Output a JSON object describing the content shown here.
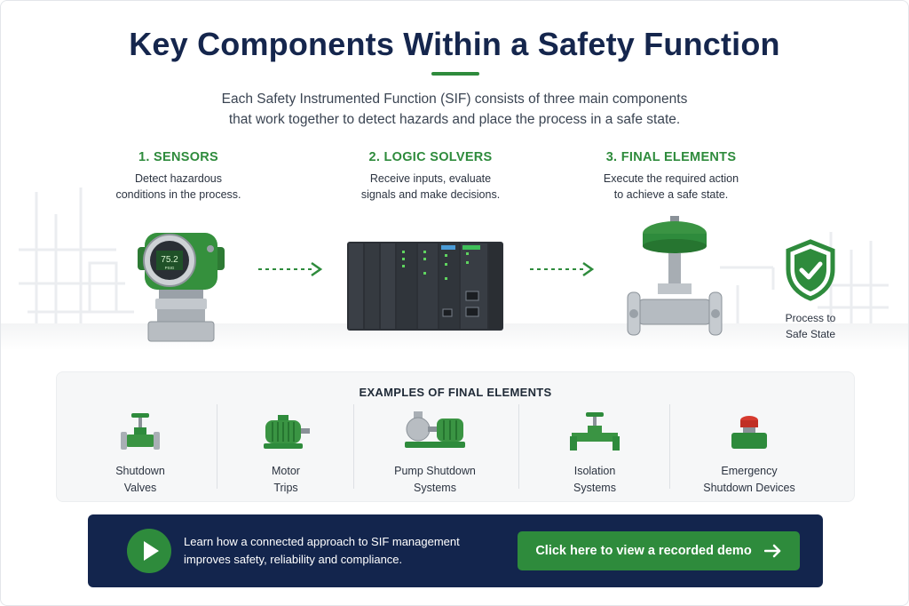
{
  "header": {
    "title": "Key Components Within a Safety Function",
    "intro_line1": "Each Safety Instrumented Function (SIF) consists of three main components",
    "intro_line2": "that work together to detect hazards and place the process in a safe state."
  },
  "steps": [
    {
      "title": "1. SENSORS",
      "desc_line1": "Detect hazardous",
      "desc_line2": "conditions in the process."
    },
    {
      "title": "2. LOGIC SOLVERS",
      "desc_line1": "Receive inputs, evaluate",
      "desc_line2": "signals and make decisions."
    },
    {
      "title": "3. FINAL ELEMENTS",
      "desc_line1": "Execute the required action",
      "desc_line2": "to achieve a safe state."
    }
  ],
  "sensor": {
    "display_value": "75.2",
    "display_unit": "PSIG"
  },
  "safe_state": {
    "line1": "Process to",
    "line2": "Safe State"
  },
  "examples": {
    "title": "EXAMPLES OF FINAL ELEMENTS",
    "items": [
      {
        "line1": "Shutdown",
        "line2": "Valves",
        "icon": "valve-icon"
      },
      {
        "line1": "Motor",
        "line2": "Trips",
        "icon": "motor-icon"
      },
      {
        "line1": "Pump Shutdown",
        "line2": "Systems",
        "icon": "pump-icon"
      },
      {
        "line1": "Isolation",
        "line2": "Systems",
        "icon": "isolation-valve-icon"
      },
      {
        "line1": "Emergency",
        "line2": "Shutdown Devices",
        "icon": "emergency-button-icon"
      }
    ]
  },
  "cta": {
    "line1": "Learn how a connected approach to SIF management",
    "line2": "improves safety, reliability and compliance.",
    "button_label": "Click here to view a recorded demo"
  },
  "colors": {
    "navy": "#15264d",
    "green": "#2e8b3c",
    "cta_bg": "#13254d"
  }
}
